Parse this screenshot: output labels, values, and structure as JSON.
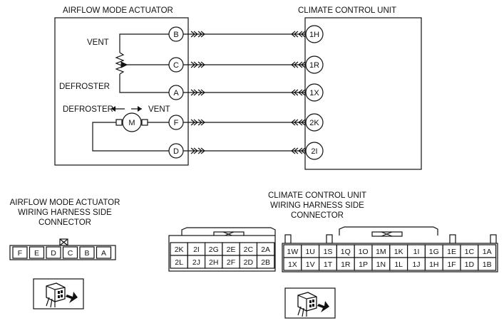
{
  "actuator": {
    "title": "AIRFLOW MODE ACTUATOR",
    "vent_label": "VENT",
    "defroster_label": "DEFROSTER",
    "motor_direction_left": "DEFROSTER",
    "motor_direction_right": "VENT",
    "motor_label": "M",
    "pins": [
      "B",
      "C",
      "A",
      "F",
      "D"
    ]
  },
  "ccu": {
    "title": "CLIMATE CONTROL UNIT",
    "pins": [
      "1H",
      "1R",
      "1X",
      "2K",
      "2I"
    ]
  },
  "actuator_connector": {
    "title_lines": [
      "AIRFLOW MODE ACTUATOR",
      "WIRING HARNESS SIDE",
      "CONNECTOR"
    ],
    "cells": [
      "F",
      "E",
      "D",
      "C",
      "B",
      "A"
    ]
  },
  "ccu_connector": {
    "title_lines": [
      "CLIMATE CONTROL UNIT",
      "WIRING HARNESS SIDE",
      "CONNECTOR"
    ],
    "left_block": [
      [
        "2K",
        "2I",
        "2G",
        "2E",
        "2C",
        "2A"
      ],
      [
        "2L",
        "2J",
        "2H",
        "2F",
        "2D",
        "2B"
      ]
    ],
    "right_block": [
      [
        "1W",
        "1U",
        "1S",
        "1Q",
        "1O",
        "1M",
        "1K",
        "1I",
        "1G",
        "1E",
        "1C",
        "1A"
      ],
      [
        "1X",
        "1V",
        "1T",
        "1R",
        "1P",
        "1N",
        "1L",
        "1J",
        "1H",
        "1F",
        "1D",
        "1B"
      ]
    ]
  },
  "icons": [
    "connector-view-icon",
    "connector-view-icon"
  ]
}
